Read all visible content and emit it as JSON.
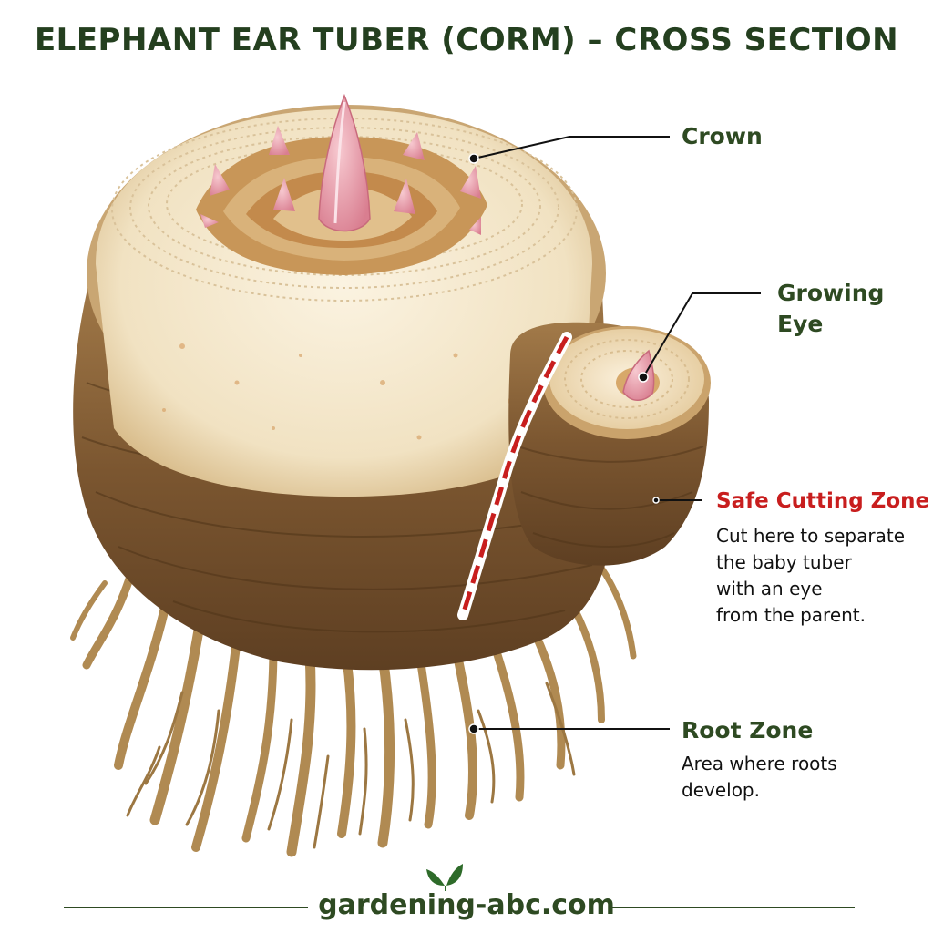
{
  "title": "ELEPHANT EAR TUBER (CORM) – CROSS SECTION",
  "labels": {
    "crown": {
      "heading": "Crown"
    },
    "growing_eye": {
      "heading": "Growing\nEye"
    },
    "safe_cutting_zone": {
      "heading": "Safe Cutting Zone",
      "description": "Cut here to separate\nthe baby tuber\nwith an eye\nfrom the parent.",
      "color": "#c81e1e"
    },
    "root_zone": {
      "heading": "Root Zone",
      "description": "Area where roots\ndevelop."
    }
  },
  "footer": {
    "site": "gardening-abc.com",
    "logo_icon": "leaf-sprout-icon"
  },
  "colors": {
    "heading_green": "#2e4a22",
    "title_green": "#243f1f",
    "cut_line_red": "#c81e1e",
    "flesh": "#f3e7cc",
    "skin_brown": "#8a6236",
    "root_tan": "#b88e52",
    "eye_pink": "#e8a0ac"
  }
}
